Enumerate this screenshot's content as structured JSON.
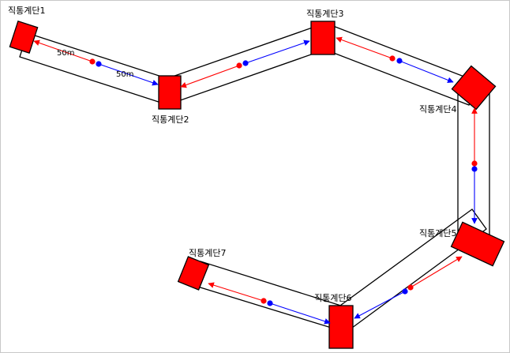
{
  "diagram": {
    "stairs": [
      {
        "label": "직통계단1"
      },
      {
        "label": "직통계단2"
      },
      {
        "label": "직통계단3"
      },
      {
        "label": "직통계단4"
      },
      {
        "label": "직통계단5"
      },
      {
        "label": "직통계단6"
      },
      {
        "label": "직통계단7"
      }
    ],
    "distance_labels": [
      "50m",
      "50m"
    ],
    "colors": {
      "stair_fill": "#ff0000",
      "red_arrow": "#ff0000",
      "blue_arrow": "#0000ff",
      "corridor_stroke": "#000000",
      "frame_stroke": "#c8c8c8"
    }
  }
}
